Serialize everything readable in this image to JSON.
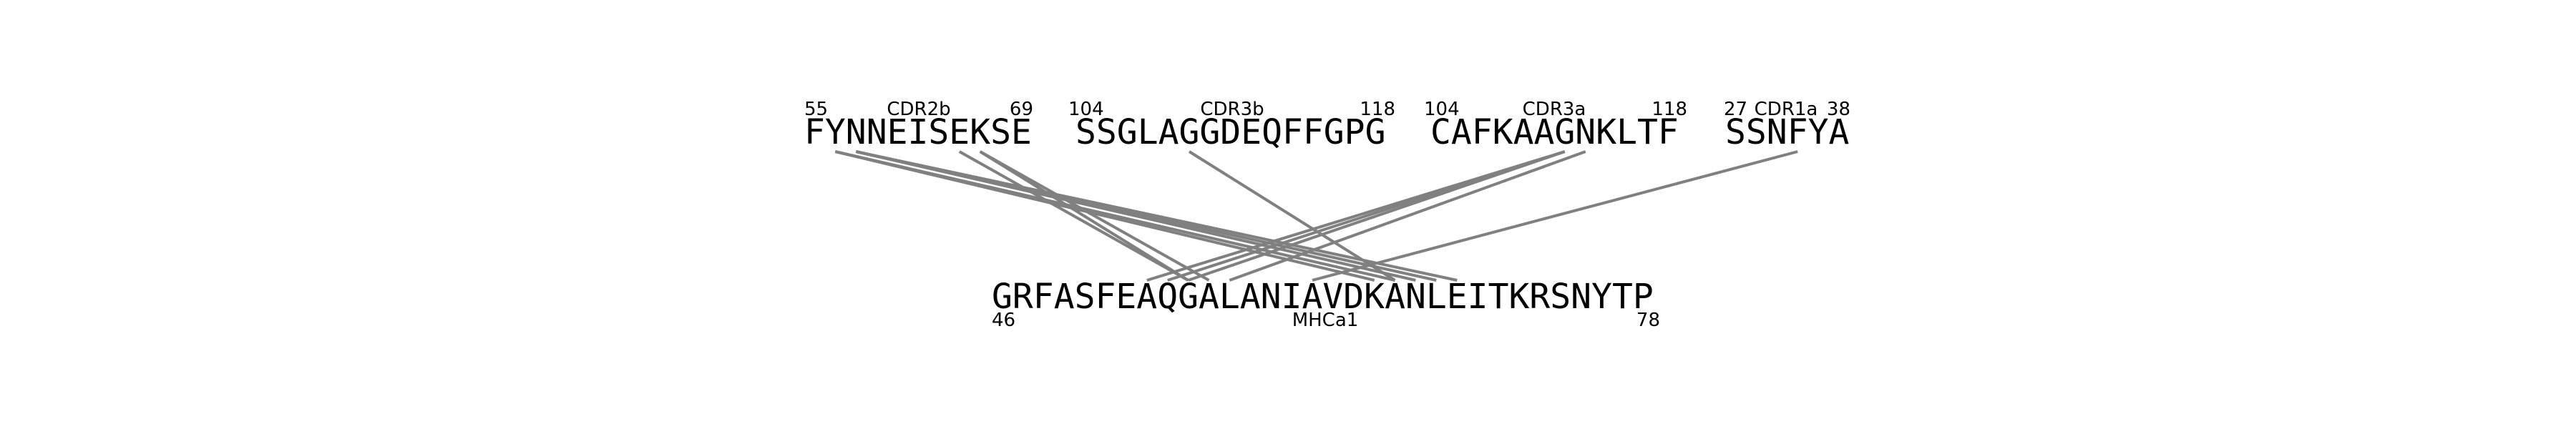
{
  "colors": {
    "background": "#ffffff",
    "text": "#000000",
    "link": "#808080"
  },
  "top_segments": [
    {
      "id": "cdr2b",
      "name": "CDR2b",
      "sequence": "FYNNEISEKSE",
      "start": "55",
      "end": "69"
    },
    {
      "id": "cdr3b",
      "name": "CDR3b",
      "sequence": "SSGLAGGDEQFFGPG",
      "start": "104",
      "end": "118"
    },
    {
      "id": "cdr3a",
      "name": "CDR3a",
      "sequence": "CAFKAAGNKLTF",
      "start": "104",
      "end": "118"
    },
    {
      "id": "cdr1a",
      "name": "CDR1a",
      "sequence": "SSNFYA",
      "start": "27",
      "end": "38"
    }
  ],
  "bottom_segment": {
    "id": "mhca1",
    "name": "MHCa1",
    "sequence": "GRFASFEAQGALANIAVDKANLEITKRSNYTP",
    "start": "46",
    "end": "78"
  },
  "contacts": [
    {
      "top": "cdr2b",
      "top_res": 1,
      "bottom_res": 18
    },
    {
      "top": "cdr2b",
      "top_res": 1,
      "bottom_res": 19
    },
    {
      "top": "cdr2b",
      "top_res": 2,
      "bottom_res": 20
    },
    {
      "top": "cdr2b",
      "top_res": 2,
      "bottom_res": 21
    },
    {
      "top": "cdr2b",
      "top_res": 2,
      "bottom_res": 22
    },
    {
      "top": "cdr2b",
      "top_res": 7,
      "bottom_res": 9
    },
    {
      "top": "cdr2b",
      "top_res": 8,
      "bottom_res": 9
    },
    {
      "top": "cdr2b",
      "top_res": 8,
      "bottom_res": 10
    },
    {
      "top": "cdr3b",
      "top_res": 5,
      "bottom_res": 19
    },
    {
      "top": "cdr3a",
      "top_res": 6,
      "bottom_res": 7
    },
    {
      "top": "cdr3a",
      "top_res": 6,
      "bottom_res": 8
    },
    {
      "top": "cdr3a",
      "top_res": 6,
      "bottom_res": 9
    },
    {
      "top": "cdr3a",
      "top_res": 7,
      "bottom_res": 11
    },
    {
      "top": "cdr1a",
      "top_res": 3,
      "bottom_res": 15
    }
  ]
}
